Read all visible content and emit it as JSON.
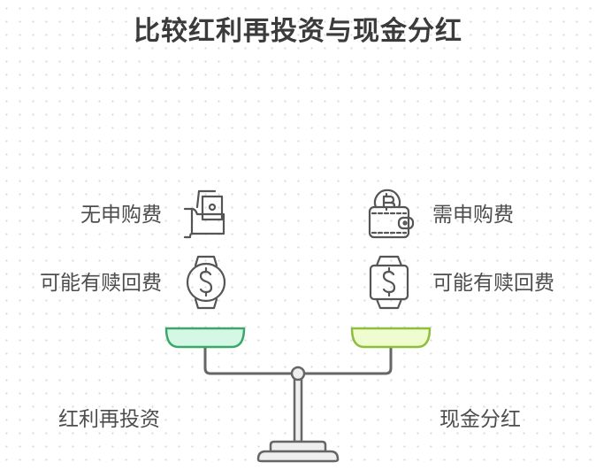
{
  "title": "比较红利再投资与现金分红",
  "left": {
    "option_label": "红利再投资",
    "features": [
      {
        "label": "无申购费",
        "icon": "hand-holding-cash-icon"
      },
      {
        "label": "可能有赎回费",
        "icon": "round-watch-dollar-icon"
      }
    ],
    "pan_fill": "#d4f7e6",
    "pan_stroke": "#3aa86b"
  },
  "right": {
    "option_label": "现金分红",
    "features": [
      {
        "label": "需申购费",
        "icon": "wallet-bitcoin-icon"
      },
      {
        "label": "可能有赎回费",
        "icon": "square-watch-dollar-icon"
      }
    ],
    "pan_fill": "#eefccf",
    "pan_stroke": "#8cbf3a"
  },
  "colors": {
    "stroke": "#555555",
    "scale_fill": "#efefef",
    "text": "#4d4d4d"
  }
}
